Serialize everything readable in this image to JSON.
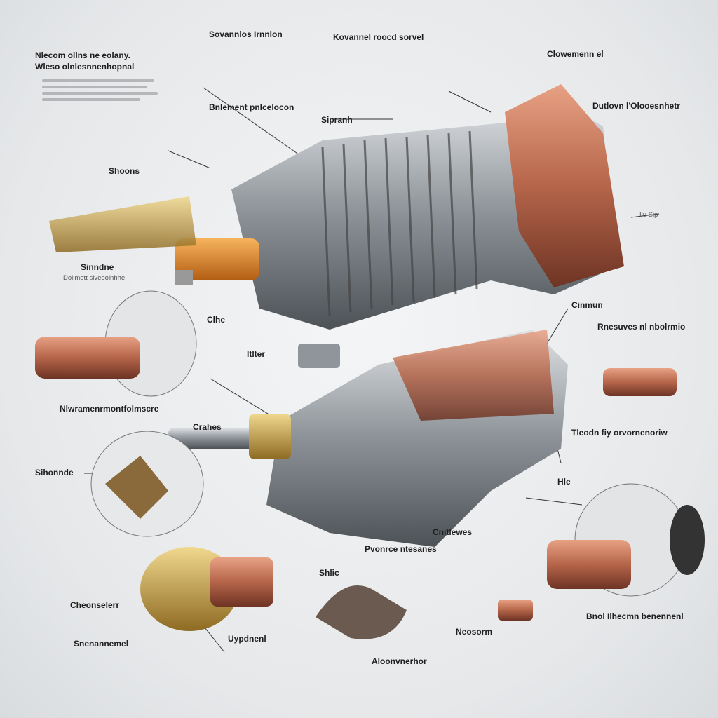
{
  "title": "Exploded motor / alternator diagram",
  "labels": {
    "top_left": "Nlecom ollns ne eolany.",
    "top_left_sub": "Wleso olnlesnnenhopnal",
    "top_center_left": "Sovannlos Irnnlon",
    "top_center": "Kovannel roocd sorvel",
    "top_right": "Clowemenn el",
    "right_upper": "Dutlovn l'Olooesnhetr",
    "shoons": "Shoons",
    "bnlement": "Bnlement pnlcelocon",
    "sipranh": "Sipranh",
    "sinndne": "Sinndne",
    "sinndne_sub": "Dollmett slveooinhhe",
    "clhe": "Clhe",
    "itlter": "Itlter",
    "cinmun": "Cinmun",
    "right_mid": "Rnesuves nl nbolrmio",
    "left_mid": "Nlwramenrmontfolmscre",
    "crahes": "Crahes",
    "right_lower": "Tleodn fiy orvornenoriw",
    "sihonnde": "Sihonnde",
    "hle": "Hle",
    "cnitlewes": "Cnitlewes",
    "pvonrce": "Pvonrce ntesanes",
    "shlic": "Shlic",
    "cheonselerr": "Cheonselerr",
    "bottom_right": "Bnol Ilhecmn benennenl",
    "snenannemel": "Snenannemel",
    "uypdnenl": "Uypdnenl",
    "aloonvnerhor": "Aloonvnerhor",
    "neosorm": "Neosorm",
    "shaft_tag": "Ilu Sip"
  },
  "colors": {
    "copper": "#c0714f",
    "steel": "#8f959b",
    "brass": "#c9a24a",
    "orange": "#e08a2e"
  }
}
